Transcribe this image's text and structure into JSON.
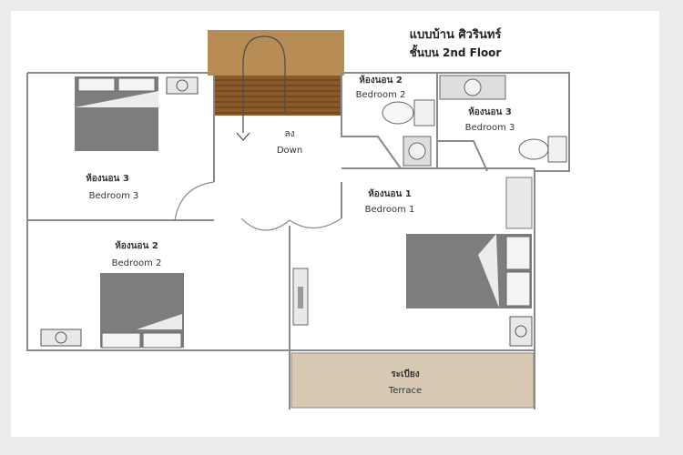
{
  "plan": {
    "title_thai": "แบบบ้าน ศิวรินทร์",
    "subtitle": "ชั้นบน 2nd Floor"
  },
  "stairs": {
    "label_thai": "ลง",
    "label_en": "Down"
  },
  "rooms": [
    {
      "id": "bedroom-3-left",
      "thai": "ห้องนอน 3",
      "en": "Bedroom 3"
    },
    {
      "id": "bedroom-2-left",
      "thai": "ห้องนอน 2",
      "en": "Bedroom 2"
    },
    {
      "id": "bedroom-2-top",
      "thai": "ห้องนอน 2",
      "en": "Bedroom 2"
    },
    {
      "id": "bedroom-3-right",
      "thai": "ห้องนอน 3",
      "en": "Bedroom 3"
    },
    {
      "id": "bedroom-1",
      "thai": "ห้องนอน 1",
      "en": "Bedroom 1"
    },
    {
      "id": "terrace",
      "thai": "ระเบียง",
      "en": "Terrace"
    }
  ],
  "colors": {
    "wall": "#8a8a8a",
    "bed": "#7d7d7d",
    "stair_top": "#b88c55",
    "stair_treads": "#8b5a2b",
    "terrace": "#d8c9b3"
  }
}
